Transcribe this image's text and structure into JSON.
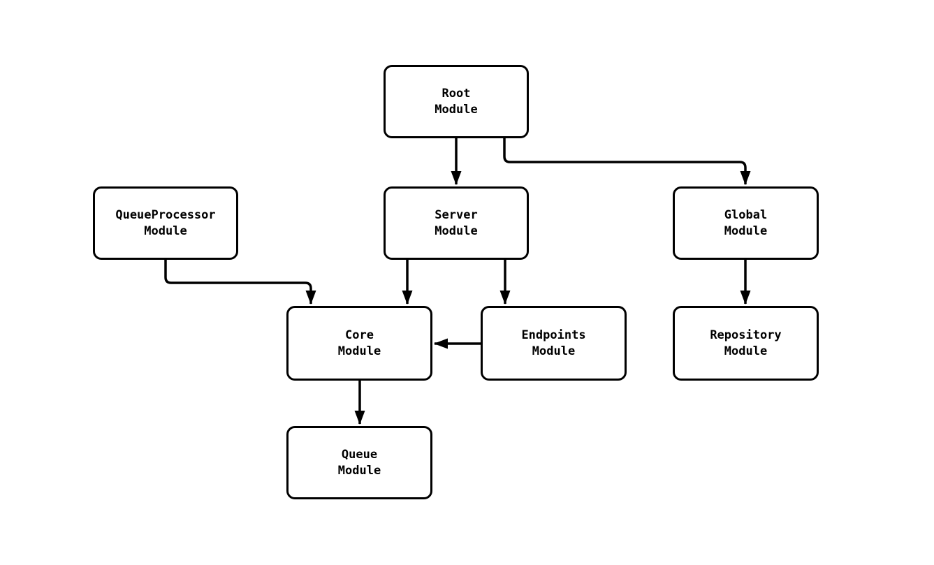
{
  "colors": {
    "background": "#ffffff",
    "node_fill": "#ffffff",
    "node_border": "#000000",
    "edge": "#000000",
    "text": "#000000"
  },
  "nodes": {
    "root": {
      "label": "Root\nModule"
    },
    "queueprocessor": {
      "label": "QueueProcessor\nModule"
    },
    "server": {
      "label": "Server\nModule"
    },
    "global": {
      "label": "Global\nModule"
    },
    "core": {
      "label": "Core\nModule"
    },
    "endpoints": {
      "label": "Endpoints\nModule"
    },
    "repository": {
      "label": "Repository\nModule"
    },
    "queue": {
      "label": "Queue\nModule"
    }
  },
  "edges": [
    {
      "from": "Root Module",
      "to": "Server Module"
    },
    {
      "from": "Root Module",
      "to": "Global Module"
    },
    {
      "from": "QueueProcessor Module",
      "to": "Core Module"
    },
    {
      "from": "Server Module",
      "to": "Core Module"
    },
    {
      "from": "Server Module",
      "to": "Endpoints Module"
    },
    {
      "from": "Endpoints Module",
      "to": "Core Module"
    },
    {
      "from": "Global Module",
      "to": "Repository Module"
    },
    {
      "from": "Core Module",
      "to": "Queue Module"
    }
  ]
}
